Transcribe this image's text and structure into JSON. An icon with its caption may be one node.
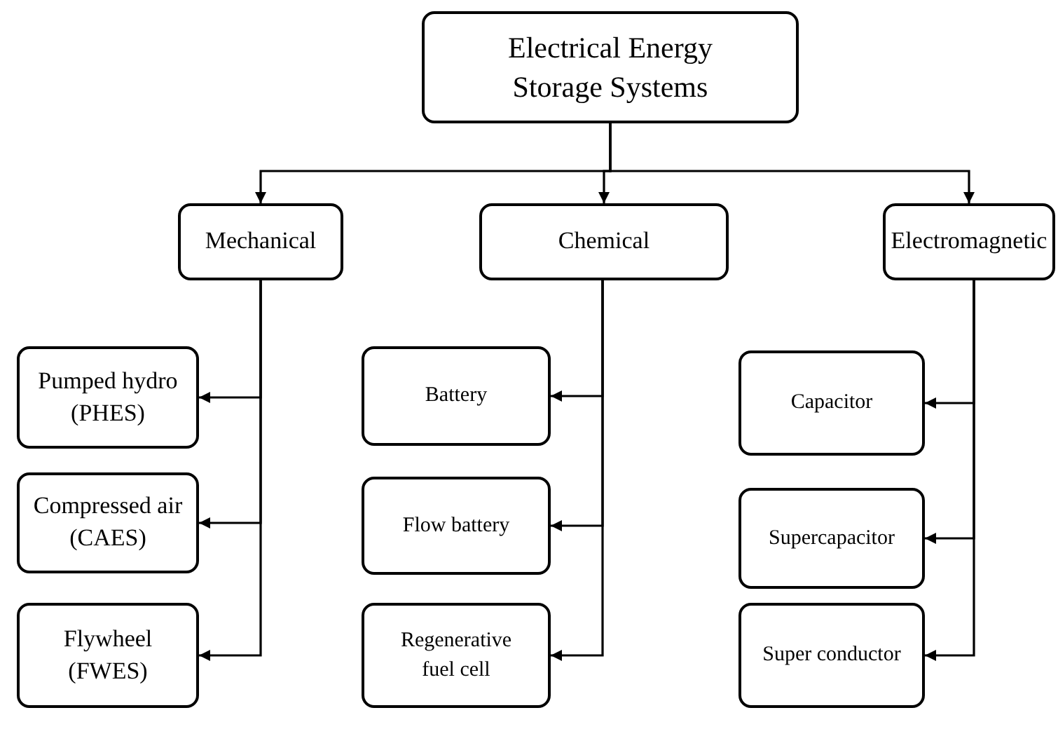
{
  "diagram": {
    "nodes": [
      {
        "text": [
          "Electrical Energy Storage Systems"
        ]
      },
      {
        "text": [
          "Mechanical"
        ]
      },
      {
        "text": [
          "Chemical"
        ]
      },
      {
        "text": [
          "Electromagnetic"
        ]
      },
      {
        "text": [
          "Pumped hydro (PHES)"
        ]
      },
      {
        "text": [
          "Compressed air (CAES)"
        ]
      },
      {
        "text": [
          "Flywheel (FWES)"
        ]
      },
      {
        "text": [
          "Battery"
        ]
      },
      {
        "text": [
          "Flow battery"
        ]
      },
      {
        "text": [
          "Regenerative fuel cell"
        ]
      },
      {
        "text": [
          "Capacitor"
        ]
      },
      {
        "text": [
          "Supercapacitor"
        ]
      },
      {
        "text": [
          "Super conductor"
        ]
      }
    ],
    "edges": [
      {
        "from": 0,
        "to": 1,
        "arrow": "to"
      },
      {
        "from": 0,
        "to": 2,
        "arrow": "to"
      },
      {
        "from": 0,
        "to": 3,
        "arrow": "to"
      },
      {
        "from": 1,
        "to": 4,
        "arrow": "to"
      },
      {
        "from": 1,
        "to": 5,
        "arrow": "to"
      },
      {
        "from": 1,
        "to": 6,
        "arrow": "to"
      },
      {
        "from": 2,
        "to": 7,
        "arrow": "to"
      },
      {
        "from": 2,
        "to": 8,
        "arrow": "to"
      },
      {
        "from": 2,
        "to": 9,
        "arrow": "to"
      },
      {
        "from": 3,
        "to": 10,
        "arrow": "to"
      },
      {
        "from": 3,
        "to": 11,
        "arrow": "to"
      },
      {
        "from": 3,
        "to": 12,
        "arrow": "to"
      }
    ]
  }
}
